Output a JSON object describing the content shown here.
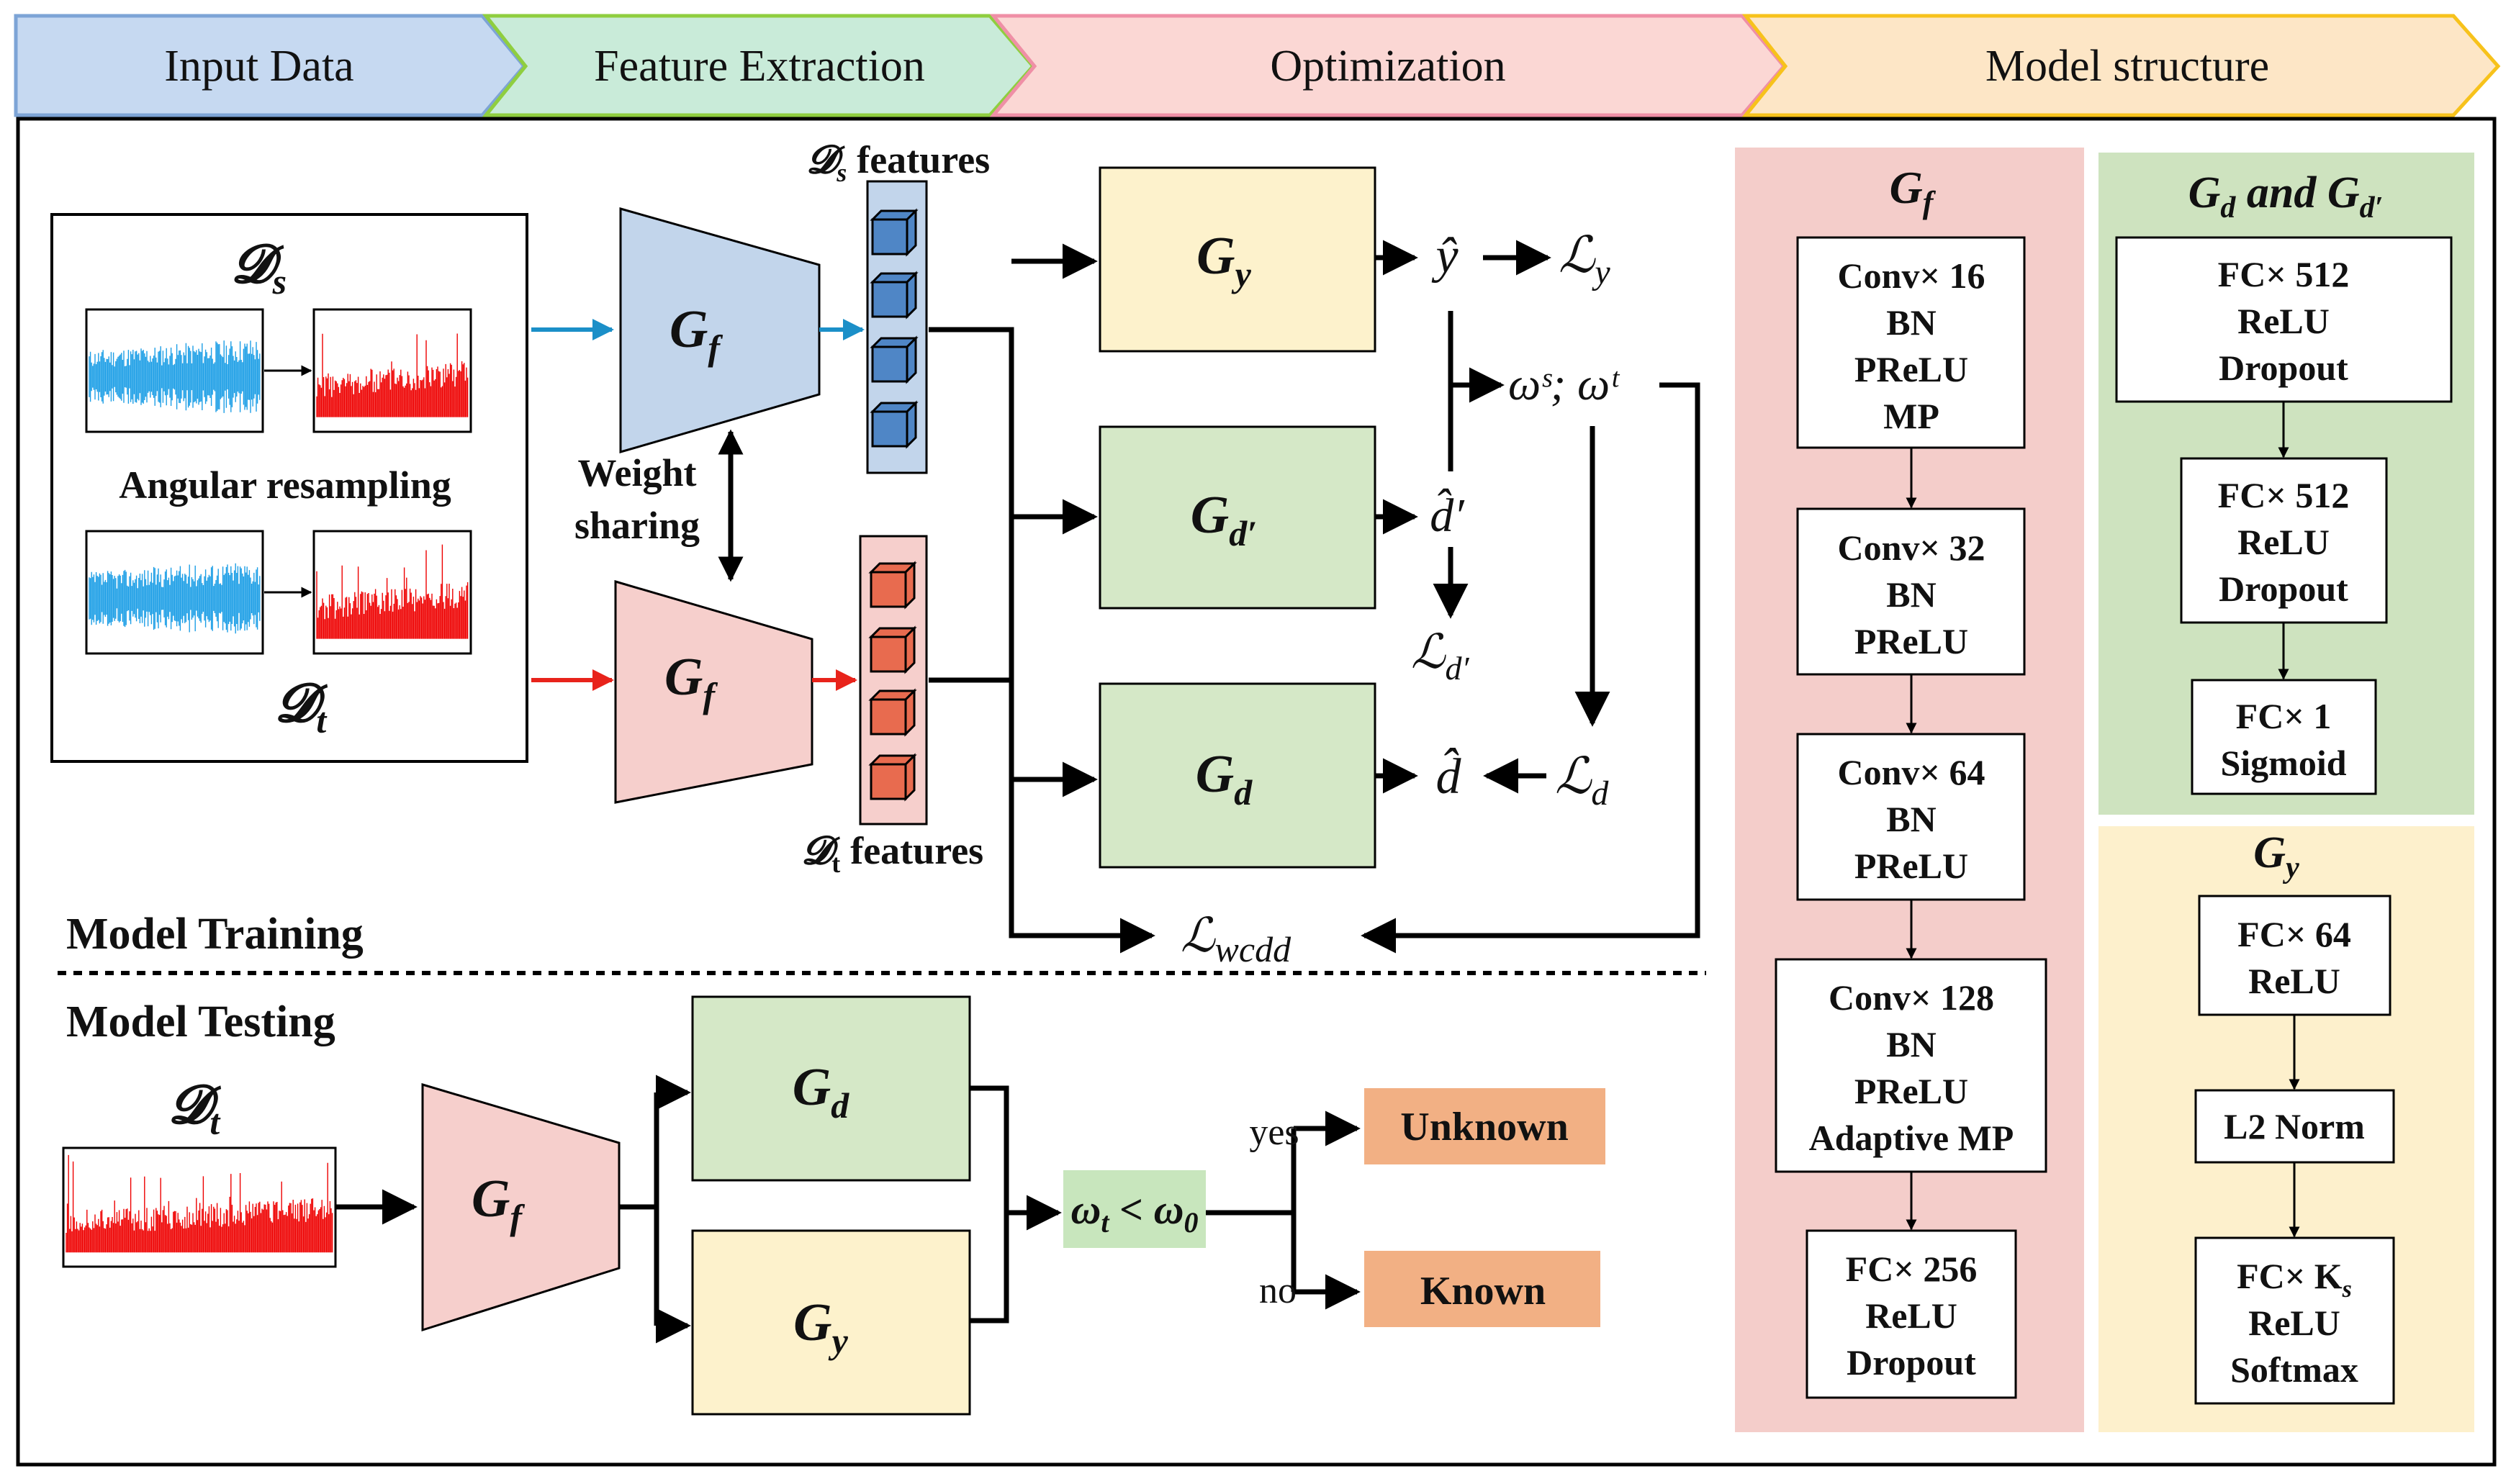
{
  "stages": [
    "Input Data",
    "Feature Extraction",
    "Optimization",
    "Model structure"
  ],
  "colors": {
    "stage_blue": "#c6d9f1",
    "stage_green": "#c9ebd9",
    "stage_pink": "#fbd7d4",
    "stage_orange": "#fde6c6",
    "gf_src": "#c2d5eb",
    "gf_tgt": "#f6cfcc",
    "gy": "#fdf2cc",
    "gd": "#d5e8c7",
    "panel_gf": "#f4cdca",
    "panel_gd": "#cee3bf",
    "panel_gy": "#fdf0cc",
    "unknown": "#f2b084",
    "feat_blue": "#4f86c6",
    "feat_red": "#e86b4f",
    "arrow_blue": "#1b8fc8",
    "arrow_red": "#e8231b",
    "signal_blue": "#1c9ee6",
    "signal_red": "#ee0000"
  },
  "input": {
    "ds": "𝓓",
    "ds_sub": "s",
    "dt": "𝓓",
    "dt_sub": "t",
    "resampling": "Angular resampling",
    "weight": "Weight",
    "sharing": "sharing"
  },
  "features": {
    "ds_label_script": "𝓓",
    "ds_label_sub": "s",
    "ds_label_text": "features",
    "dt_label_script": "𝓓",
    "dt_label_sub": "t",
    "dt_label_text": "features"
  },
  "modules": {
    "gf": "G",
    "gf_sub": "f",
    "gy": "G",
    "gy_sub": "y",
    "gd": "G",
    "gd_sub": "d",
    "gdp": "G",
    "gdp_sub": "d′"
  },
  "optimization": {
    "yhat": "ŷ",
    "ly": "ℒ",
    "ly_sub": "y",
    "weights": "ωˢ; ωᵗ",
    "dphat": "d̂′",
    "ldp": "ℒ",
    "ldp_sub": "d′",
    "dhat": "d̂",
    "ld": "ℒ",
    "ld_sub": "d",
    "lwcdd": "ℒ",
    "lwcdd_sub": "wcdd"
  },
  "sections": {
    "training": "Model Training",
    "testing": "Model Testing"
  },
  "testing": {
    "dt": "𝓓",
    "dt_sub": "t",
    "cond_a": "ω",
    "cond_a_sub": "t",
    "cond_op": " < ",
    "cond_b": "ω",
    "cond_b_sub": "0",
    "yes": "yes",
    "no": "no",
    "unknown": "Unknown",
    "known": "Known"
  },
  "structure": {
    "gf_title": "G",
    "gf_title_sub": "f",
    "gf_blocks": [
      [
        "Conv× 16",
        "BN",
        "PReLU",
        "MP"
      ],
      [
        "Conv× 32",
        "BN",
        "PReLU"
      ],
      [
        "Conv× 64",
        "BN",
        "PReLU"
      ],
      [
        "Conv× 128",
        "BN",
        "PReLU",
        "Adaptive  MP"
      ],
      [
        "FC× 256",
        "ReLU",
        "Dropout"
      ]
    ],
    "gd_title": "G",
    "gd_title_sub1": "d",
    "gd_title_and": " and ",
    "gd_title_sub2": "d′",
    "gd_blocks": [
      [
        "FC× 512",
        "ReLU",
        "Dropout"
      ],
      [
        "FC× 512",
        "ReLU",
        "Dropout"
      ],
      [
        "FC× 1",
        "Sigmoid"
      ]
    ],
    "gy_title": "G",
    "gy_title_sub": "y",
    "gy_blocks": [
      [
        "FC× 64",
        "ReLU"
      ],
      [
        "L2 Norm"
      ],
      [
        "FC× K",
        "ReLU",
        "Softmax"
      ]
    ],
    "ks_sub": "s"
  }
}
